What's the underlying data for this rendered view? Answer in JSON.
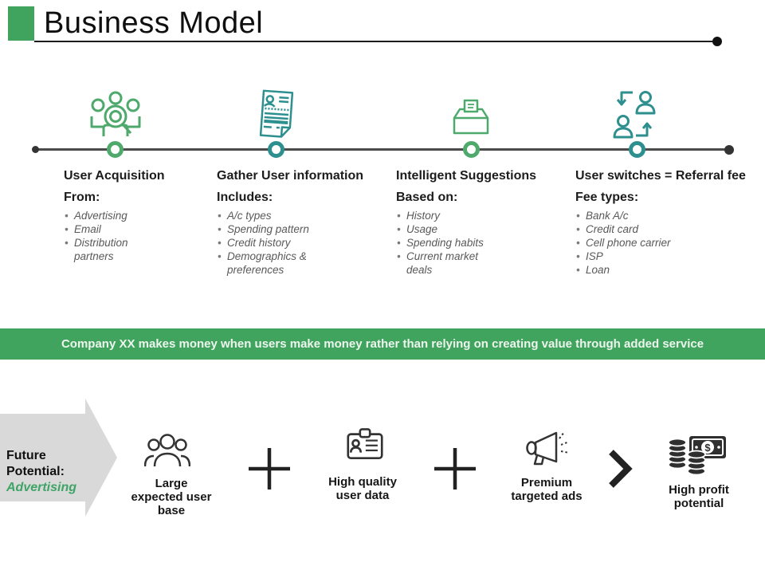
{
  "title": "Business Model",
  "timeline": {
    "steps": [
      {
        "icon": "user-acquisition-icon",
        "color": "green",
        "heading": "User Acquisition",
        "subheading": "From:",
        "bullets": [
          "Advertising",
          "Email",
          "Distribution partners"
        ]
      },
      {
        "icon": "user-document-icon",
        "color": "teal",
        "heading": "Gather User information",
        "subheading": "Includes:",
        "bullets": [
          "A/c types",
          "Spending pattern",
          "Credit history",
          "Demographics & preferences"
        ]
      },
      {
        "icon": "ballot-box-icon",
        "color": "green",
        "heading": "Intelligent Suggestions",
        "subheading": "Based on:",
        "bullets": [
          "History",
          "Usage",
          "Spending habits",
          "Current market deals"
        ]
      },
      {
        "icon": "user-switch-icon",
        "color": "teal",
        "heading": "User switches = Referral fee",
        "subheading": "Fee types:",
        "bullets": [
          "Bank A/c",
          "Credit card",
          "Cell phone carrier",
          "ISP",
          "Loan"
        ]
      }
    ]
  },
  "banner": {
    "text": "Company XX makes money when users make money rather than relying on creating value through added service"
  },
  "flow": {
    "future_label": "Future\nPotential:",
    "future_emphasis": "Advertising",
    "items": [
      {
        "icon": "user-group-icon",
        "label": "Large\nexpected user\nbase"
      },
      {
        "icon": "id-card-icon",
        "label": "High quality\nuser data"
      },
      {
        "icon": "megaphone-icon",
        "label": "Premium\ntargeted ads"
      },
      {
        "icon": "money-icon",
        "label": "High profit\npotential"
      }
    ],
    "operators": [
      "plus-icon",
      "plus-icon",
      "chevron-right-icon"
    ]
  },
  "colors": {
    "accent_green": "#41A45E",
    "icon_green": "#4FA96C",
    "icon_teal": "#2E8F8F",
    "icon_dark": "#333333",
    "arrow_gray": "#D9D9D9",
    "bullet_gray": "#595959"
  }
}
